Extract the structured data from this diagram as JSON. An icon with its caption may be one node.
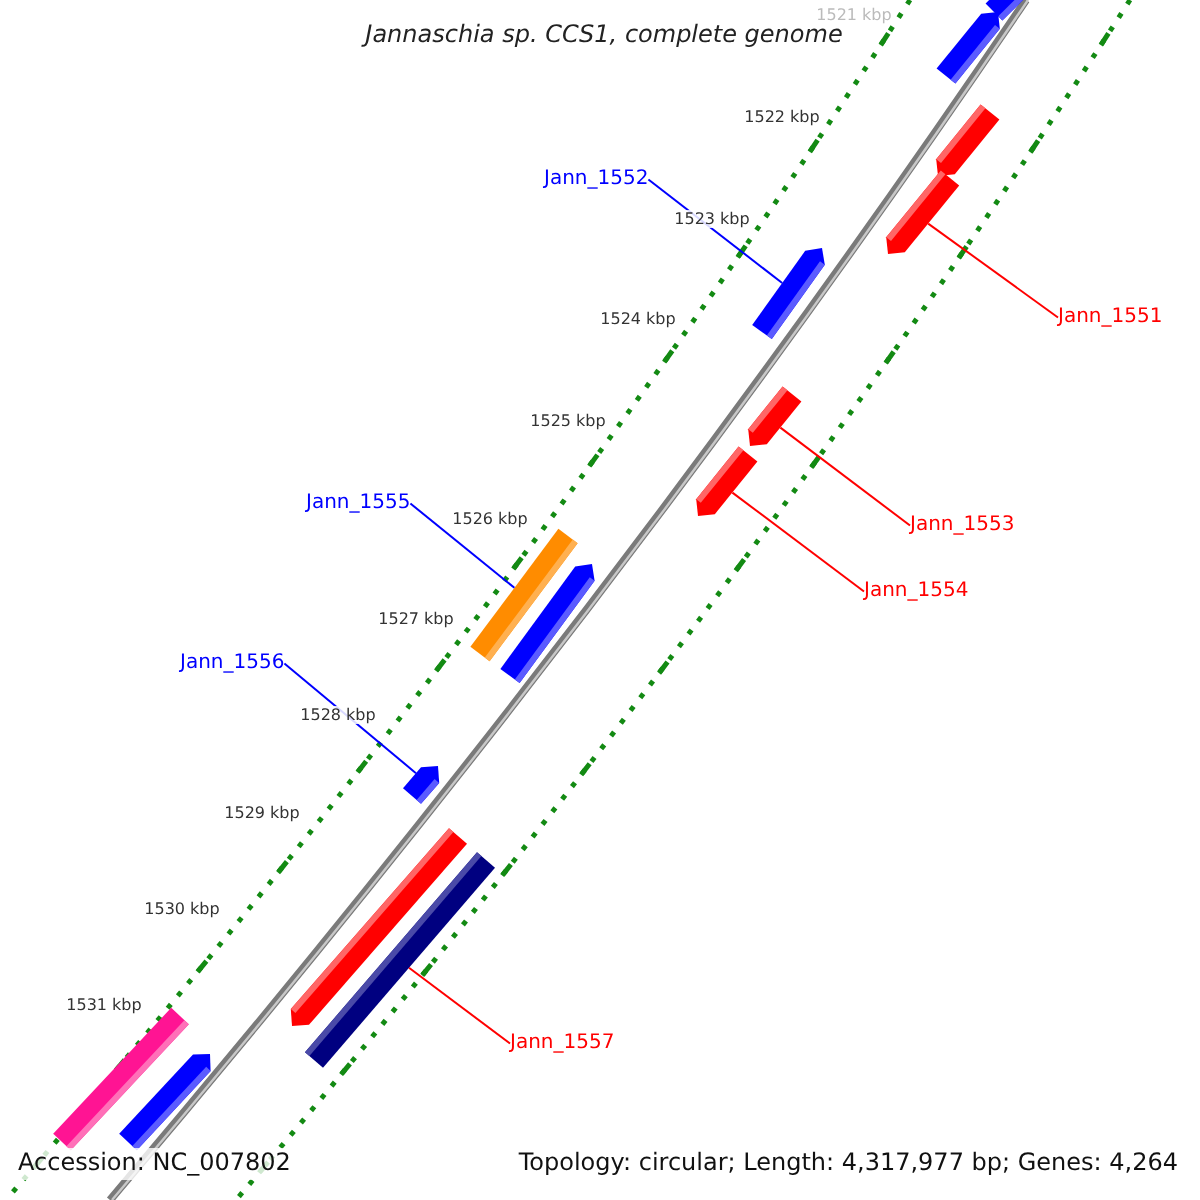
{
  "diagram": {
    "title": "Jannaschia sp. CCS1, complete genome",
    "nodes": [
      {
        "text": [],
        "shape": "arrow"
      },
      {
        "text": [],
        "shape": "arrow"
      },
      {
        "text": [],
        "shape": "arrow"
      },
      {
        "text": [
          "Jann_1552"
        ]
      },
      {
        "text": [],
        "shape": "arrow"
      },
      {
        "text": [],
        "shape": "arrow"
      },
      {
        "text": [
          "Jann_1551"
        ]
      },
      {
        "text": [],
        "shape": "arrow"
      },
      {
        "text": [],
        "shape": "arrow"
      },
      {
        "text": [
          "Jann_1555"
        ]
      },
      {
        "text": [
          "Jann_1553"
        ]
      },
      {
        "text": [
          "Jann_1554"
        ]
      },
      {
        "text": [],
        "shape": "bar"
      },
      {
        "text": [],
        "shape": "arrow"
      },
      {
        "text": [
          "Jann_1556"
        ]
      },
      {
        "text": [],
        "shape": "arrow"
      },
      {
        "text": [],
        "shape": "arrow"
      },
      {
        "text": [],
        "shape": "bar"
      },
      {
        "text": [
          "Jann_1557"
        ]
      },
      {
        "text": [],
        "shape": "bar"
      },
      {
        "text": [],
        "shape": "arrow"
      }
    ],
    "edges": [
      {
        "from": 3,
        "to": 5,
        "arrow": "none",
        "color": "#0000ff"
      },
      {
        "from": 6,
        "to": 4,
        "arrow": "none"
      },
      {
        "from": 9,
        "to": 12,
        "arrow": "none",
        "color": "#0000ff"
      },
      {
        "from": 10,
        "to": 7,
        "arrow": "none"
      },
      {
        "from": 11,
        "to": 8,
        "arrow": "none"
      },
      {
        "from": 14,
        "to": 15,
        "arrow": "none",
        "color": "#0000ff"
      },
      {
        "from": 18,
        "to": 17,
        "arrow": "none"
      }
    ],
    "labels": [
      "1521 kbp",
      "1522 kbp",
      "1523 kbp",
      "1524 kbp",
      "1525 kbp",
      "1526 kbp",
      "1527 kbp",
      "1528 kbp",
      "1529 kbp",
      "1530 kbp",
      "1531 kbp",
      "Accession: NC_007802",
      "Topology: circular; Length: 4,317,977 bp; Genes: 4,264"
    ]
  }
}
